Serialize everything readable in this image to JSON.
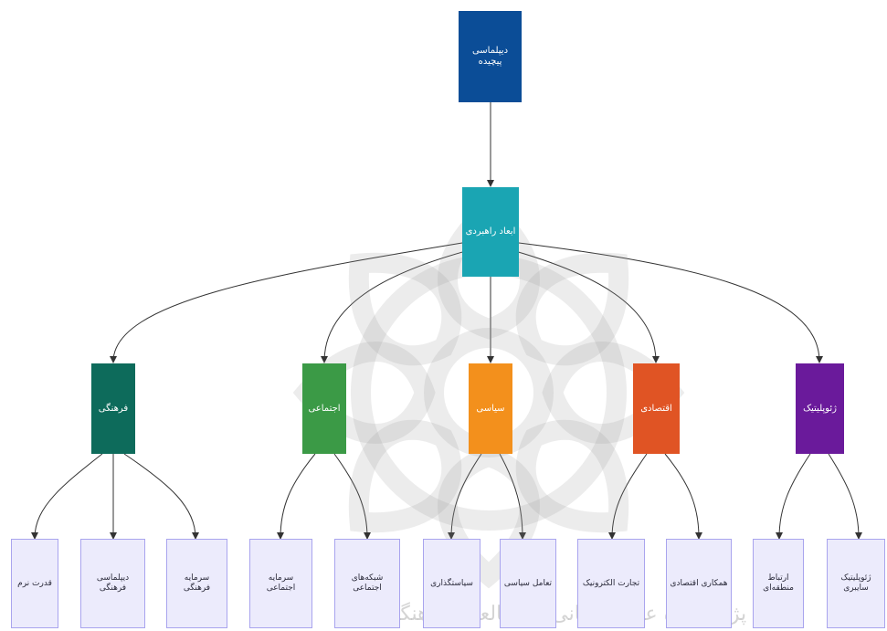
{
  "colors": {
    "root": "#0b4d97",
    "middle": "#1aa5b3",
    "cultural": "#0d6b5b",
    "social": "#3b9a46",
    "political": "#f3901c",
    "economic": "#e05424",
    "geopolitical": "#6a1a9b",
    "leaf_bg": "#ecebfc",
    "connector": "#333333"
  },
  "nodes": {
    "root": {
      "label": "دیپلماسی پیچیده",
      "icon": ""
    },
    "middle": {
      "label": "ابعاد راهبردی"
    },
    "cultural": {
      "label": "فرهنگی"
    },
    "social": {
      "label": "اجتماعی"
    },
    "political": {
      "label": "سیاسی"
    },
    "economic": {
      "label": "اقتصادی"
    },
    "geopolitical": {
      "label": "ژئوپلیتیک"
    },
    "leaf1": {
      "label": "قدرت نرم"
    },
    "leaf2": {
      "label": "دیپلماسی فرهنگی"
    },
    "leaf3": {
      "label": "سرمایه فرهنگی"
    },
    "leaf4": {
      "label": "سرمایه اجتماعی"
    },
    "leaf5": {
      "label": "شبکه‌های اجتماعی"
    },
    "leaf6": {
      "label": "سیاستگذاری"
    },
    "leaf7": {
      "label": "تعامل سیاسی"
    },
    "leaf8": {
      "label": "تجارت الکترونیک"
    },
    "leaf9": {
      "label": "همکاری اقتصادی"
    },
    "leaf10": {
      "label": "ارتباط منطقه‌ای"
    },
    "leaf11": {
      "label": "ژئوپلیتیک سایبری"
    }
  },
  "watermark": {
    "text": "پژوهشگاه علوم انسانی و مطالعات فرهنگی"
  }
}
